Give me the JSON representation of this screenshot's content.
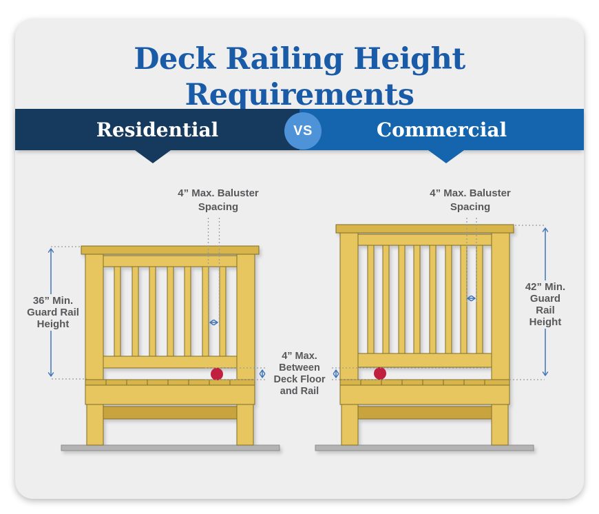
{
  "title": "Deck Railing Height Requirements",
  "banner": {
    "left_label": "Residential",
    "vs_label": "VS",
    "right_label": "Commercial"
  },
  "annotations": {
    "left_baluster_spacing": "4” Max. Baluster\nSpacing",
    "right_baluster_spacing": "4” Max. Baluster\nSpacing",
    "left_guard_rail_height": "36” Min.\nGuard Rail\nHeight",
    "right_guard_rail_height": "42” Min.\nGuard Rail\nHeight",
    "floor_gap": "4” Max.\nBetween\nDeck Floor\nand Rail"
  },
  "values": {
    "residential_guard_rail_min": "36” Min.",
    "commercial_guard_rail_min": "42” Min.",
    "max_baluster_spacing": "4” Max.",
    "max_between_deck_floor_and_rail": "4” Max."
  },
  "colors": {
    "title_blue": "#1a5ba8",
    "navy": "#16395e",
    "blue": "#1565ae",
    "vs_blue": "#4e92d8",
    "wood_light": "#e7c660",
    "wood_medium": "#d8b54b",
    "wood_dark": "#c9a33c",
    "wood_outline": "#7e6c26",
    "ground_gray": "#b3b3b3",
    "ground_edge": "#8c8c8c",
    "ball_red": "#c11f3e",
    "arrow_blue": "#3f74b8",
    "dotted_gray": "#9b9b9b",
    "text_gray": "#57585a",
    "card_bg": "#eeeeef"
  }
}
